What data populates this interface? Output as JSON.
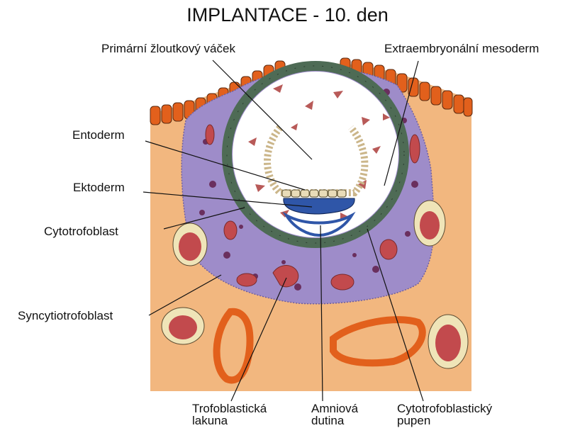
{
  "title": "IMPLANTACE - 10. den",
  "labels": {
    "primarni_zloutkovy_vacek": "Primární žloutkový váček",
    "extraembryonalni_mesoderm": "Extraembryonální mesoderm",
    "entoderm": "Entoderm",
    "ektoderm": "Ektoderm",
    "cytotrofoblast": "Cytotrofoblast",
    "syncytiotrofoblast": "Syncytiotrofoblast",
    "trofoblasticka_lakuna_1": "Trofoblastická",
    "trofoblasticka_lakuna_2": "lakuna",
    "amniova_dutina_1": "Amniová",
    "amniova_dutina_2": "dutina",
    "cytotrofoblasticky_pupen_1": "Cytotrofoblastický",
    "cytotrofoblasticky_pupen_2": "pupen"
  },
  "colors": {
    "endometrium": "#f2b77f",
    "epithelium": "#e2601c",
    "syncytium": "#9e8cc9",
    "cytotrophoblast": "#4e6b55",
    "blood": "#c24a4d",
    "yolk": "#e9dcb8",
    "ectoderm": "#2f56a8",
    "ink": "#111111"
  }
}
